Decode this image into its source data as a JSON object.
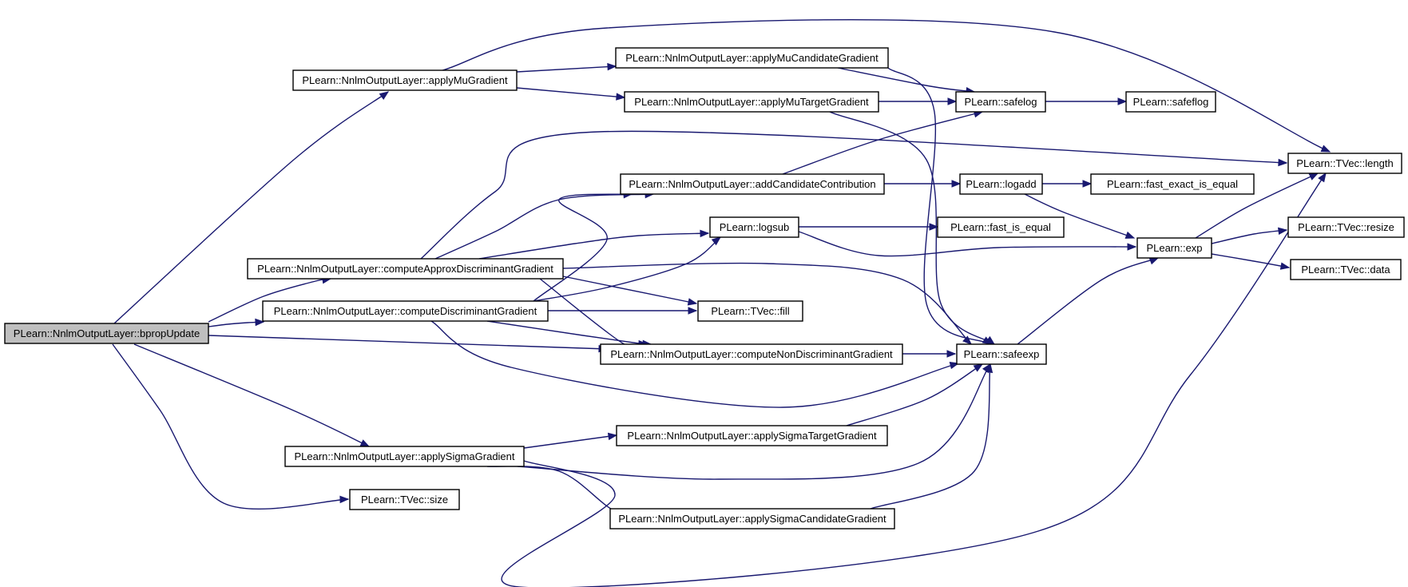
{
  "diagram": {
    "type": "call-graph",
    "colors": {
      "edge": "#191970",
      "root_fill": "#bfbfbf",
      "node_fill": "#ffffff",
      "node_border": "#000000"
    },
    "nodes": [
      {
        "id": "bpropUpdate",
        "label": "PLearn::NnlmOutputLayer::bpropUpdate",
        "root": true
      },
      {
        "id": "applyMuGradient",
        "label": "PLearn::NnlmOutputLayer::applyMuGradient"
      },
      {
        "id": "computeApprox",
        "label": "PLearn::NnlmOutputLayer::computeApproxDiscriminantGradient"
      },
      {
        "id": "computeDiscr",
        "label": "PLearn::NnlmOutputLayer::computeDiscriminantGradient"
      },
      {
        "id": "applySigmaGradient",
        "label": "PLearn::NnlmOutputLayer::applySigmaGradient"
      },
      {
        "id": "tvecSize",
        "label": "PLearn::TVec::size"
      },
      {
        "id": "applyMuCand",
        "label": "PLearn::NnlmOutputLayer::applyMuCandidateGradient"
      },
      {
        "id": "applyMuTarget",
        "label": "PLearn::NnlmOutputLayer::applyMuTargetGradient"
      },
      {
        "id": "addCand",
        "label": "PLearn::NnlmOutputLayer::addCandidateContribution"
      },
      {
        "id": "logsub",
        "label": "PLearn::logsub"
      },
      {
        "id": "tvecFill",
        "label": "PLearn::TVec::fill"
      },
      {
        "id": "computeNonDiscr",
        "label": "PLearn::NnlmOutputLayer::computeNonDiscriminantGradient"
      },
      {
        "id": "applySigmaTarget",
        "label": "PLearn::NnlmOutputLayer::applySigmaTargetGradient"
      },
      {
        "id": "applySigmaCand",
        "label": "PLearn::NnlmOutputLayer::applySigmaCandidateGradient"
      },
      {
        "id": "safelog1",
        "label": "PLearn::safelog"
      },
      {
        "id": "logadd",
        "label": "PLearn::logadd"
      },
      {
        "id": "fastIsEqual",
        "label": "PLearn::fast_is_equal"
      },
      {
        "id": "safeexp",
        "label": "PLearn::safeexp"
      },
      {
        "id": "safeflog",
        "label": "PLearn::safeflog"
      },
      {
        "id": "fastExact",
        "label": "PLearn::fast_exact_is_equal"
      },
      {
        "id": "exp",
        "label": "PLearn::exp"
      },
      {
        "id": "tvecLength",
        "label": "PLearn::TVec::length"
      },
      {
        "id": "tvecResize",
        "label": "PLearn::TVec::resize"
      },
      {
        "id": "tvecData",
        "label": "PLearn::TVec::data"
      }
    ],
    "edges": [
      {
        "from": "bpropUpdate",
        "to": "applyMuGradient"
      },
      {
        "from": "bpropUpdate",
        "to": "computeApprox"
      },
      {
        "from": "bpropUpdate",
        "to": "computeDiscr"
      },
      {
        "from": "bpropUpdate",
        "to": "computeNonDiscr"
      },
      {
        "from": "bpropUpdate",
        "to": "applySigmaGradient"
      },
      {
        "from": "bpropUpdate",
        "to": "tvecSize"
      },
      {
        "from": "applyMuGradient",
        "to": "applyMuCand"
      },
      {
        "from": "applyMuGradient",
        "to": "applyMuTarget"
      },
      {
        "from": "applyMuGradient",
        "to": "tvecLength"
      },
      {
        "from": "applyMuCand",
        "to": "safelog1"
      },
      {
        "from": "applyMuCand",
        "to": "safeexp"
      },
      {
        "from": "applyMuTarget",
        "to": "safelog1"
      },
      {
        "from": "applyMuTarget",
        "to": "safeexp"
      },
      {
        "from": "safelog1",
        "to": "safeflog"
      },
      {
        "from": "computeApprox",
        "to": "tvecLength"
      },
      {
        "from": "computeApprox",
        "to": "addCand"
      },
      {
        "from": "computeApprox",
        "to": "logsub"
      },
      {
        "from": "computeApprox",
        "to": "tvecFill"
      },
      {
        "from": "computeApprox",
        "to": "computeNonDiscr"
      },
      {
        "from": "computeApprox",
        "to": "safeexp"
      },
      {
        "from": "computeDiscr",
        "to": "addCand"
      },
      {
        "from": "computeDiscr",
        "to": "logsub"
      },
      {
        "from": "computeDiscr",
        "to": "tvecFill"
      },
      {
        "from": "computeDiscr",
        "to": "computeNonDiscr"
      },
      {
        "from": "computeDiscr",
        "to": "safeexp"
      },
      {
        "from": "addCand",
        "to": "safelog1"
      },
      {
        "from": "addCand",
        "to": "logadd"
      },
      {
        "from": "logadd",
        "to": "fastExact"
      },
      {
        "from": "logadd",
        "to": "exp"
      },
      {
        "from": "logsub",
        "to": "fastIsEqual"
      },
      {
        "from": "logsub",
        "to": "exp"
      },
      {
        "from": "computeNonDiscr",
        "to": "safeexp"
      },
      {
        "from": "safeexp",
        "to": "exp"
      },
      {
        "from": "exp",
        "to": "tvecLength"
      },
      {
        "from": "exp",
        "to": "tvecResize"
      },
      {
        "from": "exp",
        "to": "tvecData"
      },
      {
        "from": "applySigmaGradient",
        "to": "applySigmaTarget"
      },
      {
        "from": "applySigmaGradient",
        "to": "safeexp"
      },
      {
        "from": "applySigmaGradient",
        "to": "applySigmaCand"
      },
      {
        "from": "applySigmaGradient",
        "to": "tvecLength"
      },
      {
        "from": "applySigmaTarget",
        "to": "safeexp"
      },
      {
        "from": "applySigmaCand",
        "to": "safeexp"
      }
    ]
  }
}
